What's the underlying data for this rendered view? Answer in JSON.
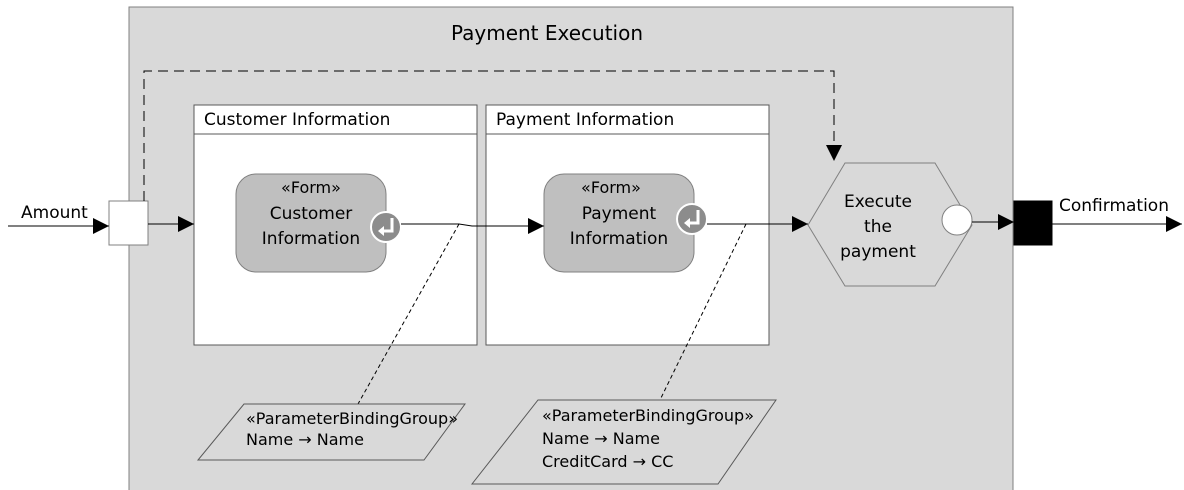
{
  "container": {
    "title": "Payment Execution"
  },
  "panels": {
    "customer": {
      "title": "Customer Information"
    },
    "payment": {
      "title": "Payment Information"
    }
  },
  "forms": {
    "customer": {
      "stereotype": "«Form»",
      "line1": "Customer",
      "line2": "Information"
    },
    "payment": {
      "stereotype": "«Form»",
      "line1": "Payment",
      "line2": "Information"
    }
  },
  "action": {
    "line1": "Execute",
    "line2": "the",
    "line3": "payment"
  },
  "pins": {
    "input_label": "Amount",
    "output_label": "Confirmation"
  },
  "binding_groups": {
    "group1": {
      "stereotype": "«ParameterBindingGroup»",
      "line1": "Name → Name"
    },
    "group2": {
      "stereotype": "«ParameterBindingGroup»",
      "line1": "Name → Name",
      "line2": "CreditCard → CC"
    }
  },
  "colors": {
    "container_fill": "#d9d9d9",
    "rounded_fill": "#bfbfbf",
    "return_icon_fill": "#8c8c8c",
    "output_pin_fill": "#000000"
  },
  "icons": {
    "return": "return-arrow-icon"
  }
}
